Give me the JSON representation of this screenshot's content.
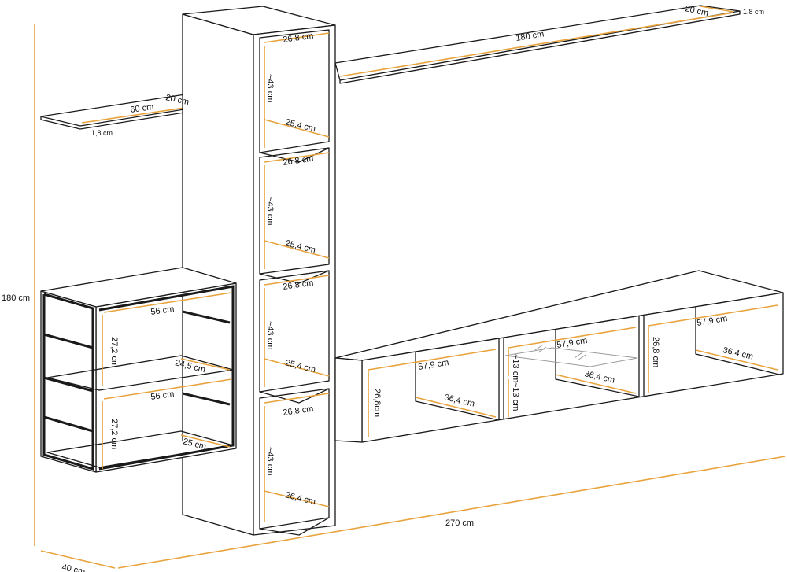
{
  "labels": {
    "top_shelf_length": "180 cm",
    "top_shelf_depth": "20 cm",
    "top_shelf_thickness": "1,8 cm",
    "left_shelf_length": "60 cm",
    "left_shelf_depth": "20 cm",
    "left_shelf_thickness": "1,8 cm",
    "tower_width_1": "26,8 cm",
    "tower_width_2": "26,8 cm",
    "tower_width_3": "26,8 cm",
    "tower_width_4": "26,8 cm",
    "tower_height_1": "~43 cm",
    "tower_height_2": "~43 cm",
    "tower_height_3": "~43 cm",
    "tower_height_4": "~43 cm",
    "tower_depth_1": "25,4 cm",
    "tower_depth_2": "25,4 cm",
    "tower_depth_3": "25,4 cm",
    "tower_depth_4": "26,4 cm",
    "cabinet_width_top": "56 cm",
    "cabinet_width_bottom": "56 cm",
    "cabinet_height_top": "27,2 cm",
    "cabinet_height_bottom": "27,2 cm",
    "cabinet_depth_top": "24,5 cm",
    "cabinet_depth_bottom": "25 cm",
    "tv_left_width": "57,9 cm",
    "tv_left_height": "26,8cm",
    "tv_left_depth": "36,4 cm",
    "tv_mid_width": "57,9 cm",
    "tv_mid_upper_height": "~13 cm",
    "tv_mid_lower_height": "~13 cm",
    "tv_mid_depth": "36,4 cm",
    "tv_right_width": "57,9 cm",
    "tv_right_height": "26,8 cm",
    "tv_right_depth": "36,4 cm",
    "total_height": "180 cm",
    "total_width": "270 cm",
    "total_depth": "40 cm"
  },
  "colors": {
    "outline": "#1a1a1a",
    "dimension_line": "#e8a33d",
    "glass": "#9a9a9a",
    "background": "#ffffff"
  }
}
